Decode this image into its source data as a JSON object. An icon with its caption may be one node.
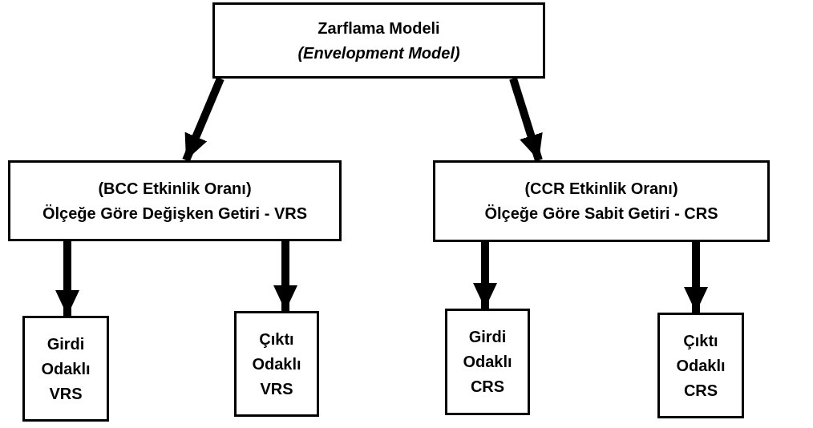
{
  "diagram": {
    "nodes": [
      {
        "text": [
          "Zarflama Modeli",
          "(Envelopment Model)"
        ]
      },
      {
        "text": [
          "(BCC Etkinlik Oranı)",
          "Ölçeğe Göre Değişken Getiri - VRS"
        ]
      },
      {
        "text": [
          "(CCR Etkinlik Oranı)",
          "Ölçeğe Göre Sabit Getiri - CRS"
        ]
      },
      {
        "text": [
          "Girdi Odaklı VRS"
        ]
      },
      {
        "text": [
          "Çıktı Odaklı VRS"
        ]
      },
      {
        "text": [
          "Girdi Odaklı CRS"
        ]
      },
      {
        "text": [
          "Çıktı Odaklı CRS"
        ]
      }
    ],
    "edges": [
      {
        "from": 0,
        "to": 1,
        "arrow": "to"
      },
      {
        "from": 0,
        "to": 2,
        "arrow": "to"
      },
      {
        "from": 1,
        "to": 3,
        "arrow": "to"
      },
      {
        "from": 1,
        "to": 4,
        "arrow": "to"
      },
      {
        "from": 2,
        "to": 5,
        "arrow": "to"
      },
      {
        "from": 2,
        "to": 6,
        "arrow": "to"
      }
    ]
  }
}
